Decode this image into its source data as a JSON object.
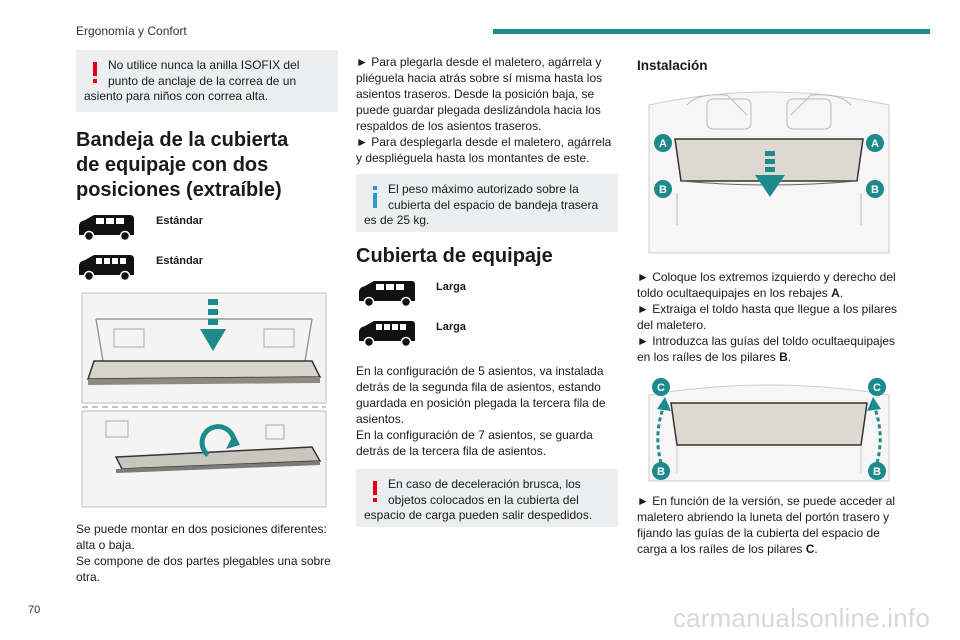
{
  "header": {
    "title": "Ergonomía y Confort",
    "accent": "#1f8a8c"
  },
  "page": {
    "number": "70"
  },
  "watermark": "carmanualsonline.info",
  "col1": {
    "warning1": {
      "first": "No utilice nunca la anilla ISOFIX del punto de anclaje de la correa de un",
      "rest": "asiento para niños con correa alta."
    },
    "heading": "Bandeja de la cubierta de equipaje con dos posiciones (extraíble)",
    "car1_label": "Estándar",
    "car2_label": "Estándar",
    "para1": "Se puede montar en dos posiciones diferentes: alta o baja.",
    "para2": "Se compone de dos partes plegables una sobre otra."
  },
  "col2": {
    "step1": "► Para plegarla desde el maletero, agárrela y pliéguela hacia atrás sobre sí misma hasta los asientos traseros. Desde la posición baja, se puede guardar plegada deslizándola hacia los respaldos de los asientos traseros.",
    "step2": "► Para desplegarla desde el maletero, agárrela y despliéguela hasta los montantes de este.",
    "info": {
      "first": "El peso máximo autorizado sobre la cubierta del espacio de bandeja trasera",
      "rest": "es de 25 kg."
    },
    "heading": "Cubierta de equipaje",
    "car1_label": "Larga",
    "car2_label": "Larga",
    "para1": "En la configuración de 5 asientos, va instalada detrás de la segunda fila de asientos, estando guardada en posición plegada la tercera fila de asientos.",
    "para2": "En la configuración de 7 asientos, se guarda detrás de la tercera fila de asientos.",
    "warning": {
      "first": "En caso de deceleración brusca, los objetos colocados en la cubierta del",
      "rest": "espacio de carga pueden salir despedidos."
    }
  },
  "col3": {
    "heading": "Instalación",
    "step1_pre": "► Coloque los extremos izquierdo y derecho del toldo ocultaequipajes en los rebajes ",
    "step1_bold": "A",
    "step1_post": ".",
    "step2": "► Extraiga el toldo hasta que llegue a los pilares del maletero.",
    "step3_pre": "► Introduzca las guías del toldo ocultaequipajes en los raíles de los pilares ",
    "step3_bold": "B",
    "step3_post": ".",
    "step4_pre": "► En función de la versión, se puede acceder al maletero abriendo la luneta del portón trasero y fijando las guías de la cubierta del espacio de carga a los raíles de los pilares ",
    "step4_bold": "C",
    "step4_post": ".",
    "fig1_labels": [
      "A",
      "A",
      "B",
      "B"
    ],
    "fig2_labels": [
      "C",
      "C",
      "B",
      "B"
    ]
  },
  "colors": {
    "warning": "#e3001b",
    "info": "#2a9ad6",
    "note_bg": "#eceeef",
    "callout": "#1f8a8c"
  }
}
